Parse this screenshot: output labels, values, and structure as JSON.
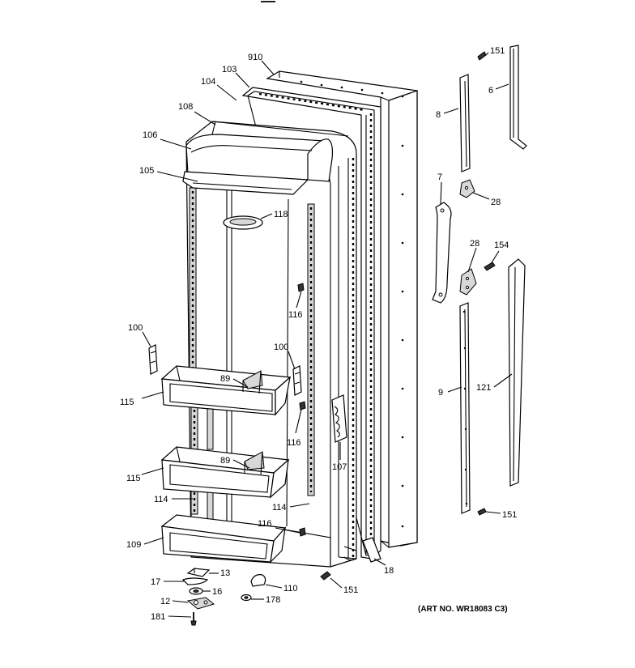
{
  "labels": {
    "l910": "910",
    "l103": "103",
    "l104": "104",
    "l108": "108",
    "l106": "106",
    "l105": "105",
    "l118": "118",
    "l116a": "116",
    "l100a": "100",
    "l100b": "100",
    "l89a": "89",
    "l89b": "89",
    "l115a": "115",
    "l115b": "115",
    "l116b": "116",
    "l107": "107",
    "l114a": "114",
    "l114b": "114",
    "l116c": "116",
    "l109": "109",
    "l18": "18",
    "l13": "13",
    "l17": "17",
    "l16": "16",
    "l12": "12",
    "l110": "110",
    "l178": "178",
    "l181": "181",
    "l151a": "151",
    "l151b": "151",
    "l151c": "151",
    "l6": "6",
    "l8": "8",
    "l7": "7",
    "l28a": "28",
    "l28b": "28",
    "l154": "154",
    "l121": "121",
    "l9": "9"
  },
  "art_number": "(ART NO. WR18083 C3)"
}
